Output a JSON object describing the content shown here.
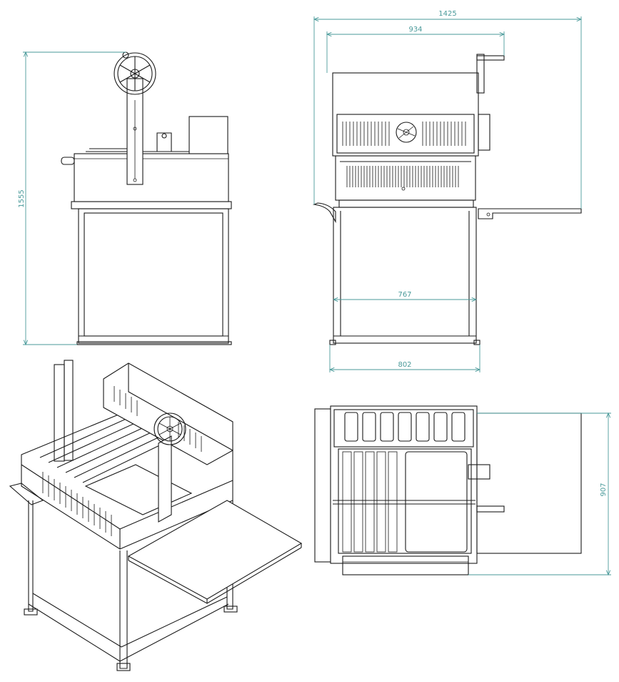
{
  "colors": {
    "dimension": "#4a9a9a",
    "line": "#1a1a1a",
    "background": "#ffffff"
  },
  "dimensions": {
    "overall_height": "1555",
    "overall_width": "1425",
    "top_width": "934",
    "inner_frame_width": "767",
    "base_width": "802",
    "depth": "907"
  }
}
